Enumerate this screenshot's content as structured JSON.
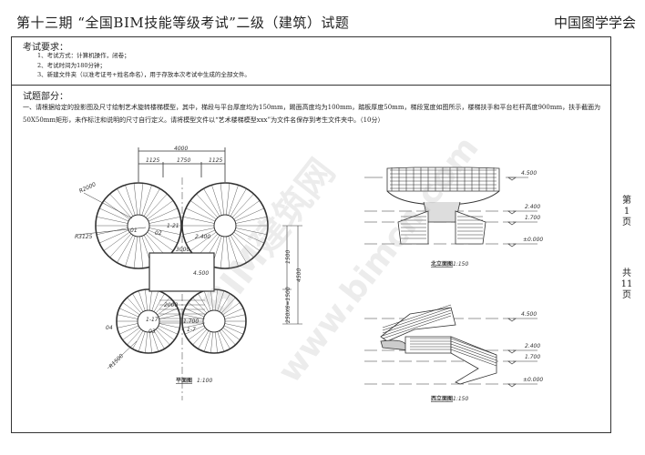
{
  "header": {
    "title": "第十三期 “全国BIM技能等级考试”二级（建筑）试题",
    "organization": "中国图学学会"
  },
  "requirements": {
    "heading": "考试要求：",
    "items": [
      "1、考试方式：计算机操作，闭卷；",
      "2、考试时间为180分钟；",
      "3、新建文件夹（以准考证号+姓名命名），用于存放本次考试中生成的全部文件。"
    ]
  },
  "question": {
    "heading": "试题部分：",
    "text": "一、请根据给定的投影图及尺寸绘制艺术旋转楼梯模型，其中，梯段与平台厚度均为150mm，踢面高度均为100mm，踏板厚度50mm，梯段宽度如图所示，楼梯扶手和平台栏杆高度900mm，扶手截面为50X50mm矩形，未作标注和说明的尺寸自行定义。请将模型文件以“艺术楼梯模型xxx”为文件名保存到考生文件夹中。（10分）"
  },
  "page": {
    "current": [
      "第",
      "1",
      "页"
    ],
    "total": [
      "共",
      "11",
      "页"
    ]
  },
  "watermark": [
    "BIM建筑网",
    "www.bimcn.com"
  ],
  "plan": {
    "title": "平面图",
    "scale": "1:100",
    "dims": {
      "overall": "4000",
      "left": "1125",
      "middle": "1750",
      "right": "1125",
      "r_outer": "R2000",
      "r_3125": "R3125",
      "r_1500": "R1500",
      "width_3000": "3000",
      "d_2000": "2000",
      "v_1500": "1500",
      "v_4500": "4500",
      "v_steps": "250X6=1500"
    },
    "levels": {
      "l2400": "2.400",
      "l4500": "4.500",
      "l1700": "1.700"
    },
    "marks": [
      "01",
      "02",
      "03",
      "04"
    ],
    "steps": [
      "1-21",
      "1-17",
      "1-7"
    ]
  },
  "north": {
    "title": "北立面图",
    "scale": "1:150",
    "levels": [
      "4.500",
      "2.400",
      "1.700",
      "±0.000"
    ]
  },
  "west": {
    "title": "西立面图",
    "scale": "1:150",
    "levels": [
      "4.500",
      "2.400",
      "1.700",
      "±0.000"
    ]
  }
}
